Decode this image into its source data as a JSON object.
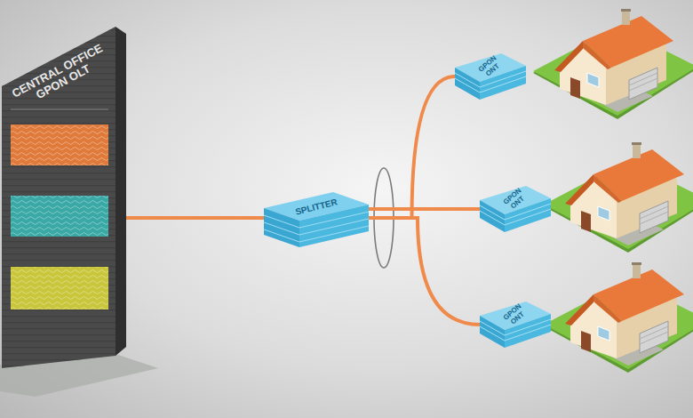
{
  "diagram": {
    "nodes": [
      {
        "text": [
          "CENTRAL OFFICE GPON OLT"
        ]
      },
      {
        "text": [
          "SPLITTER"
        ]
      },
      {
        "text": [
          "GPON ONT"
        ]
      },
      {
        "text": [
          "GPON ONT"
        ]
      },
      {
        "text": [
          "GPON ONT"
        ]
      }
    ],
    "edges": [
      {
        "from": 0,
        "to": 1,
        "arrow": "none"
      },
      {
        "from": 1,
        "to": 2,
        "arrow": "none"
      },
      {
        "from": 1,
        "to": 3,
        "arrow": "none"
      },
      {
        "from": 1,
        "to": 4,
        "arrow": "none"
      }
    ]
  }
}
